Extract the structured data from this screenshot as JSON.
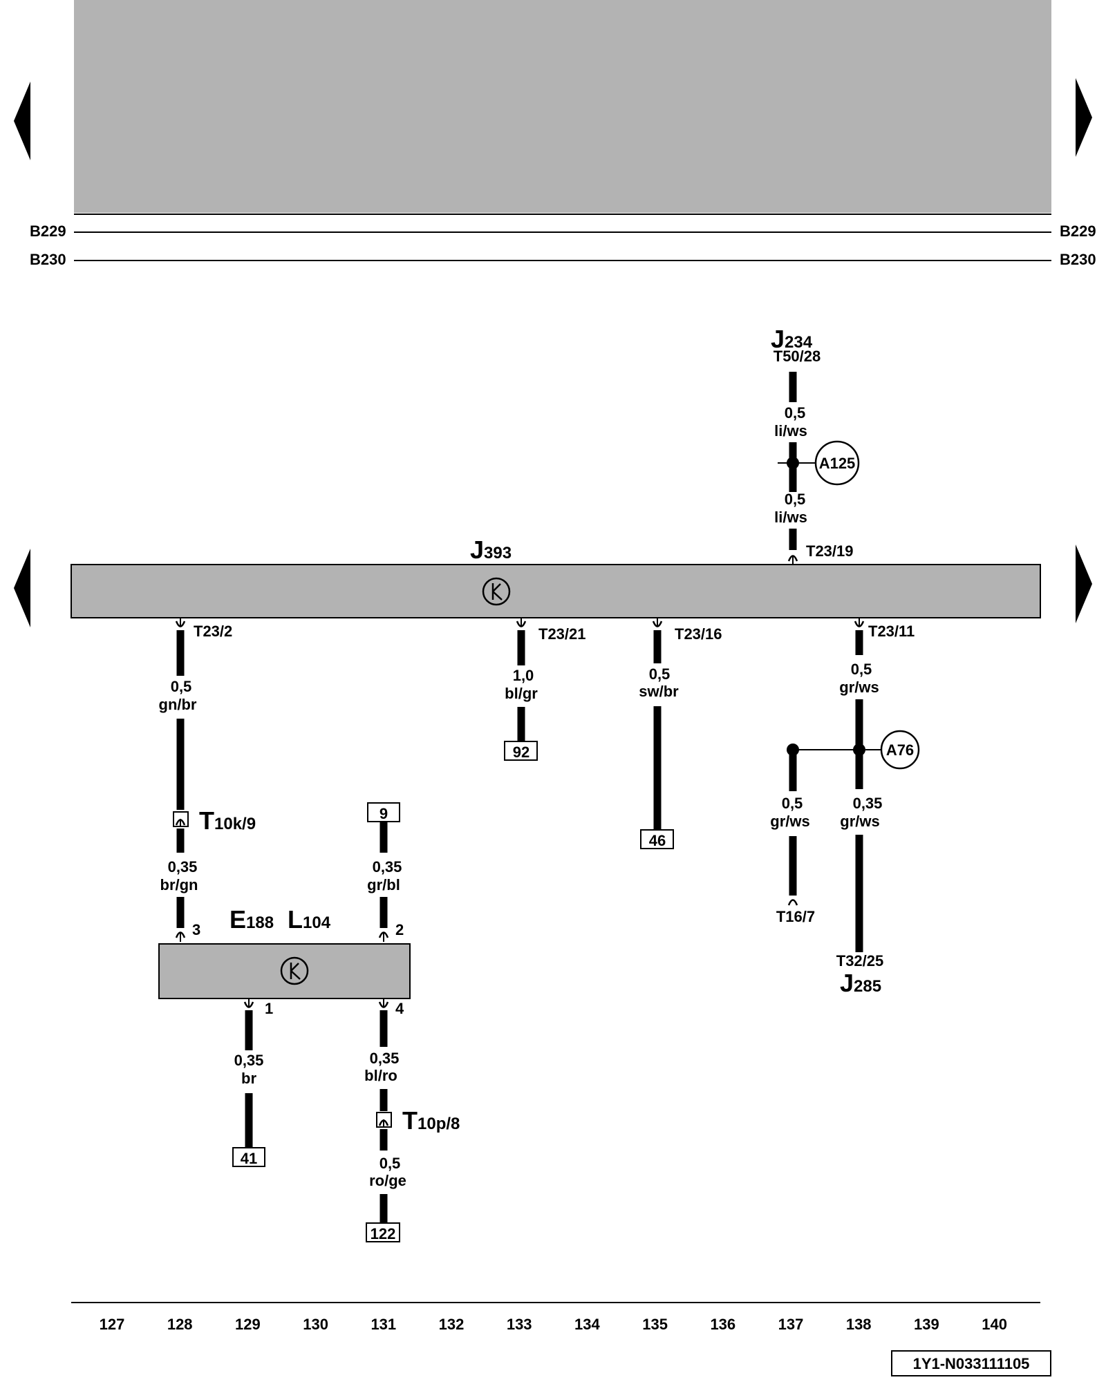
{
  "rails": [
    {
      "label": "B229"
    },
    {
      "label": "B230"
    }
  ],
  "components": {
    "j234": {
      "letter": "J",
      "num": "234",
      "pin": "T50/28"
    },
    "j393": {
      "letter": "J",
      "num": "393"
    },
    "e188": {
      "letter": "E",
      "num": "188"
    },
    "l104": {
      "letter": "L",
      "num": "104"
    },
    "j285": {
      "letter": "J",
      "num": "285",
      "pin": "T32/25"
    }
  },
  "pins": {
    "t23_19": "T23/19",
    "t23_2": "T23/2",
    "t23_21": "T23/21",
    "t23_16": "T23/16",
    "t23_11": "T23/11",
    "t16_7": "T16/7",
    "e_pin3": "3",
    "e_pin2": "2",
    "e_pin1": "1",
    "e_pin4": "4"
  },
  "connectors": {
    "t10k": {
      "letter": "T",
      "sub": "10k/9"
    },
    "t10p": {
      "letter": "T",
      "sub": "10p/8"
    }
  },
  "splices": {
    "a125": "A125",
    "a76": "A76"
  },
  "wires": {
    "w_j234_top": {
      "size": "0,5",
      "color": "li/ws"
    },
    "w_j234_bot": {
      "size": "0,5",
      "color": "li/ws"
    },
    "w_128_top": {
      "size": "0,5",
      "color": "gn/br"
    },
    "w_128_bot": {
      "size": "0,35",
      "color": "br/gn"
    },
    "w_133": {
      "size": "1,0",
      "color": "bl/gr"
    },
    "w_135": {
      "size": "0,5",
      "color": "sw/br"
    },
    "w_138_top": {
      "size": "0,5",
      "color": "gr/ws"
    },
    "w_137": {
      "size": "0,5",
      "color": "gr/ws"
    },
    "w_138_bot": {
      "size": "0,35",
      "color": "gr/ws"
    },
    "w_131_top": {
      "size": "0,35",
      "color": "gr/bl"
    },
    "w_129": {
      "size": "0,35",
      "color": "br"
    },
    "w_131_mid": {
      "size": "0,35",
      "color": "bl/ro"
    },
    "w_131_bot": {
      "size": "0,5",
      "color": "ro/ge"
    }
  },
  "refs": {
    "r92": "92",
    "r46": "46",
    "r9": "9",
    "r41": "41",
    "r122": "122"
  },
  "current_tracks": [
    "127",
    "128",
    "129",
    "130",
    "131",
    "132",
    "133",
    "134",
    "135",
    "136",
    "137",
    "138",
    "139",
    "140"
  ],
  "doc_id": "1Y1-N033111105",
  "colors": {
    "component_fill": "#b3b3b3",
    "line": "#000000"
  }
}
